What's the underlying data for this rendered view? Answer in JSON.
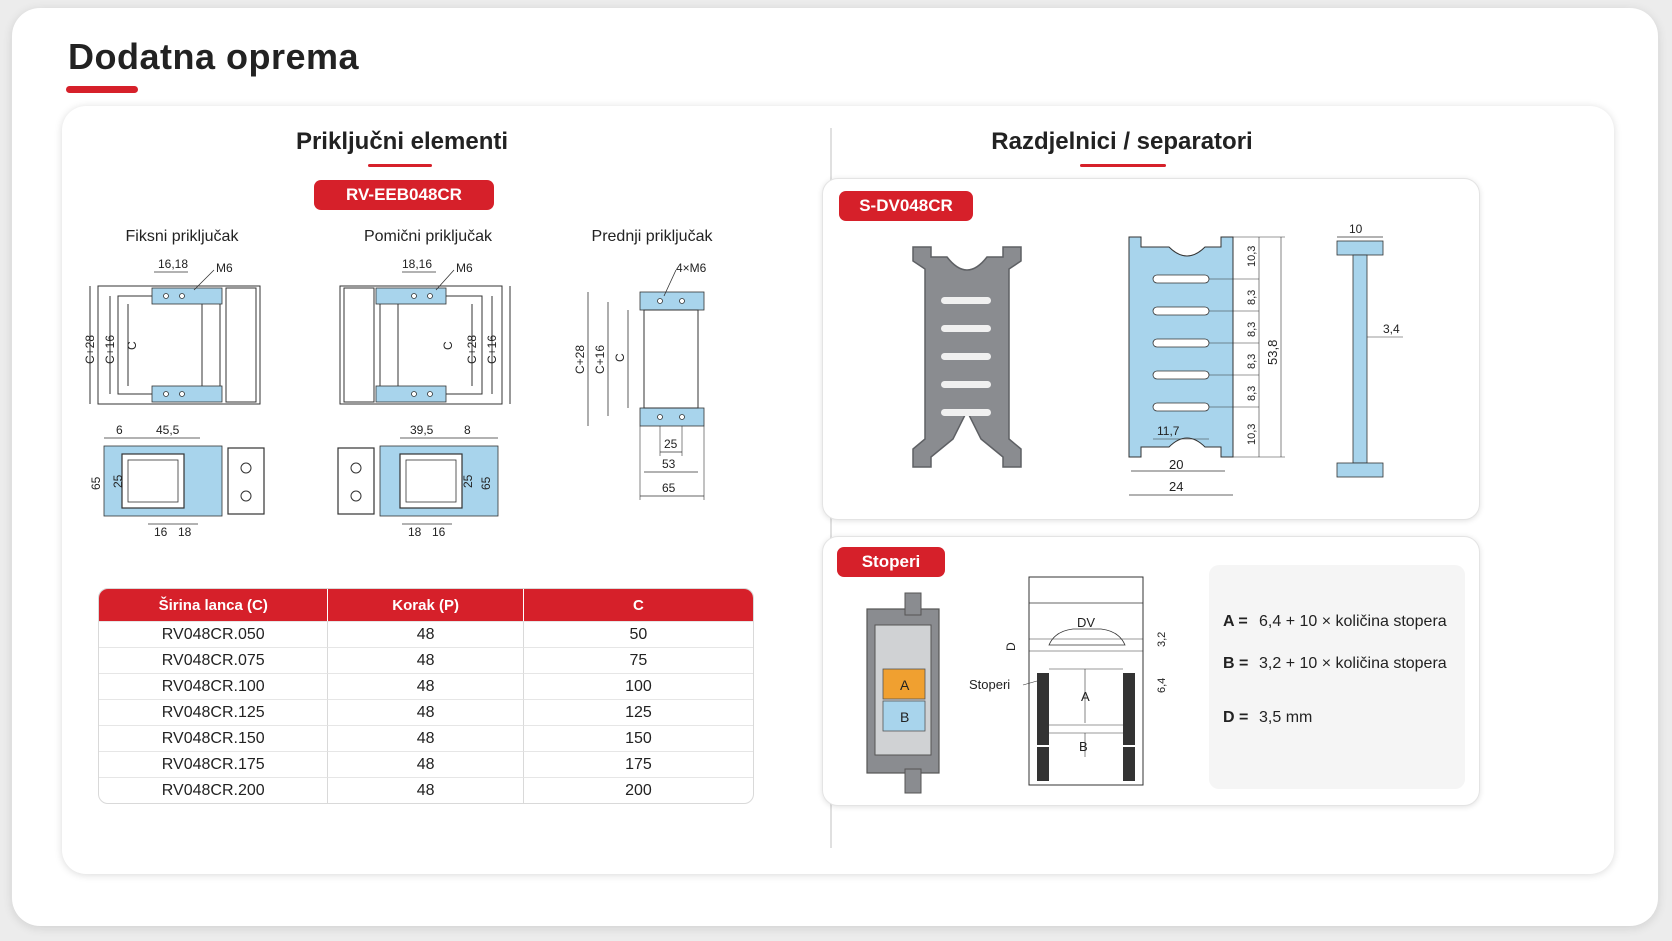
{
  "page": {
    "title": "Dodatna oprema"
  },
  "left": {
    "title": "Priključni elementi",
    "badge": "RV-EEB048CR",
    "drawings": {
      "fixed_label": "Fiksni priključak",
      "moving_label": "Pomični priključak",
      "front_label": "Prednji priključak"
    },
    "dims": {
      "d1618a": "16,18",
      "m6": "M6",
      "c28": "C+28",
      "c16": "C+16",
      "c": "C",
      "six": "6",
      "d455": "45,5",
      "sixtyfive": "65",
      "twentyfive": "25",
      "sixteen": "16",
      "eighteen": "18",
      "d1816": "18,16",
      "d395": "39,5",
      "eight": "8",
      "fourm6": "4×M6",
      "d25": "25",
      "d53": "53",
      "d65": "65"
    },
    "table": {
      "headers": [
        "Širina lanca (C)",
        "Korak (P)",
        "C"
      ],
      "rows": [
        [
          "RV048CR.050",
          "48",
          "50"
        ],
        [
          "RV048CR.075",
          "48",
          "75"
        ],
        [
          "RV048CR.100",
          "48",
          "100"
        ],
        [
          "RV048CR.125",
          "48",
          "125"
        ],
        [
          "RV048CR.150",
          "48",
          "150"
        ],
        [
          "RV048CR.175",
          "48",
          "175"
        ],
        [
          "RV048CR.200",
          "48",
          "200"
        ]
      ]
    }
  },
  "right": {
    "title": "Razdjelnici / separatori",
    "separator": {
      "badge": "S-DV048CR",
      "dims": {
        "ten": "10",
        "d103": "10,3",
        "d83": "8,3",
        "d538": "53,8",
        "d117": "11,7",
        "twenty": "20",
        "twentyfour": "24",
        "d34": "3,4"
      }
    },
    "stoppers": {
      "badge": "Stoperi",
      "labels": {
        "a": "A",
        "b": "B",
        "dv": "DV",
        "d": "D",
        "stoperi": "Stoperi",
        "d32": "3,2",
        "d64": "6,4"
      },
      "formulas": [
        {
          "key": "A =",
          "value": "6,4 + 10 × količina stopera"
        },
        {
          "key": "B =",
          "value": "3,2 + 10 × količina stopera"
        },
        {
          "key": "D =",
          "value": "3,5 mm"
        }
      ]
    }
  },
  "colors": {
    "accent": "#d6202a",
    "part_blue": "#a8d4ec",
    "part_grey": "#8a8c90",
    "stopper_orange": "#f0a030"
  }
}
